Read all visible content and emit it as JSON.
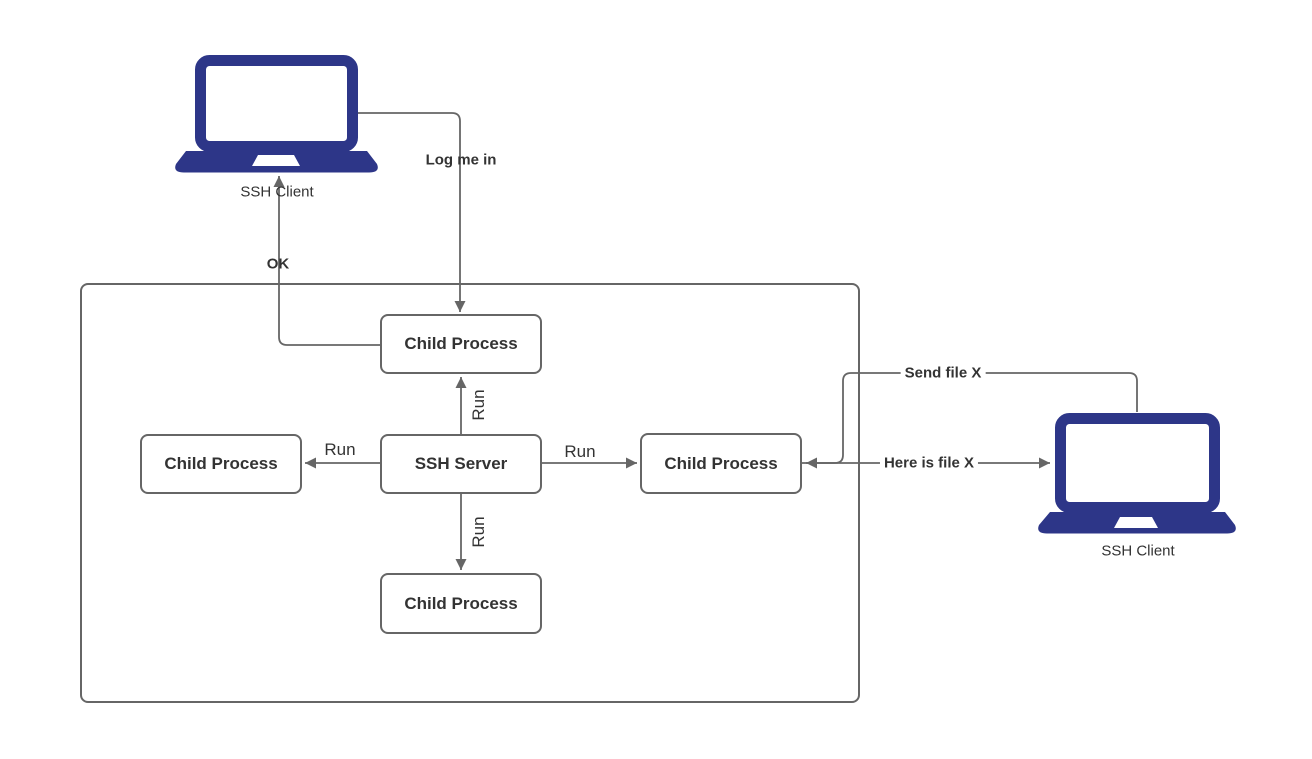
{
  "diagram": {
    "colors": {
      "laptop_fill": "#2d3688",
      "line": "#666666",
      "node_border": "#666666",
      "text": "#333333",
      "background": "#ffffff"
    },
    "nodes": {
      "ssh_server": {
        "label": "SSH Server"
      },
      "child_top": {
        "label": "Child Process"
      },
      "child_left": {
        "label": "Child Process"
      },
      "child_right": {
        "label": "Child Process"
      },
      "child_bottom": {
        "label": "Child Process"
      }
    },
    "devices": {
      "client_left": {
        "label": "SSH Client"
      },
      "client_right": {
        "label": "SSH Client"
      }
    },
    "edge_labels": {
      "log_me_in": "Log me in",
      "ok": "OK",
      "run_up": "Run",
      "run_down": "Run",
      "run_left": "Run",
      "run_right": "Run",
      "send_file": "Send file X",
      "here_is_file": "Here is file X"
    }
  }
}
